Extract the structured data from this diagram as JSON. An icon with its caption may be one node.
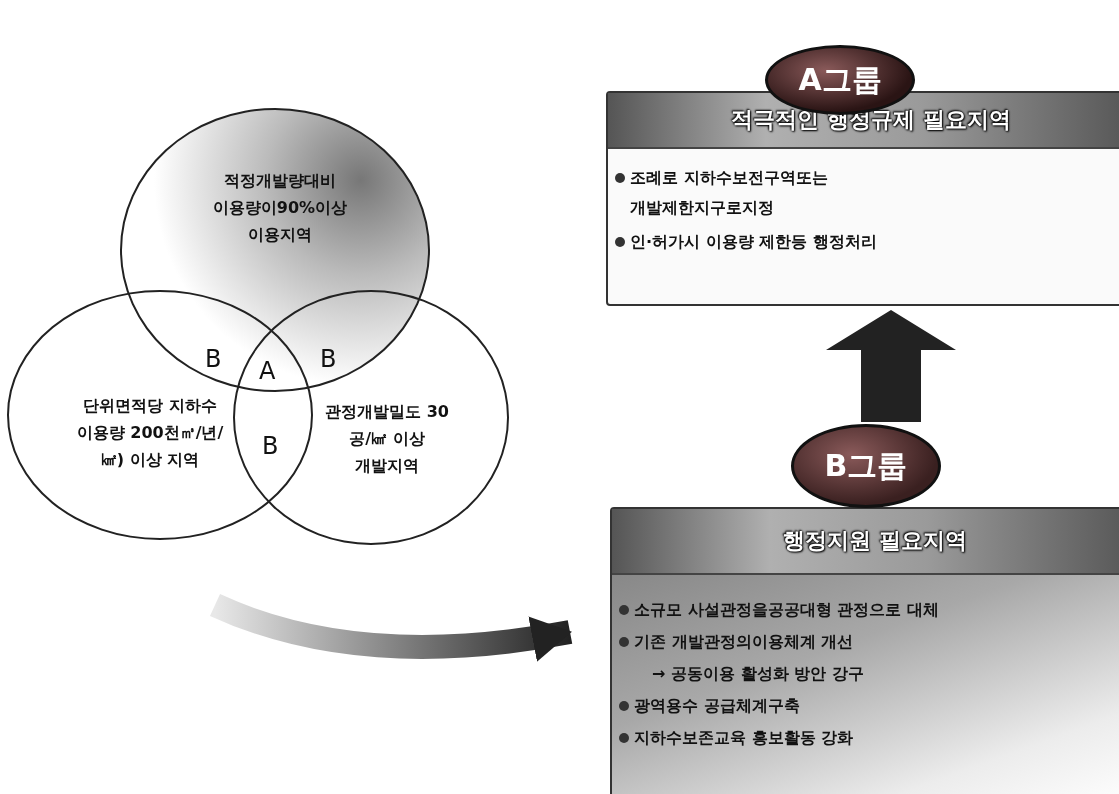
{
  "diagram": {
    "nodes": [
      {
        "text": [
          "적정개발량대비 이용량이90%이상 이용지역"
        ]
      },
      {
        "text": [
          "단위면적당 지하수 이용량 200천㎥/년/㎢) 이상 지역"
        ]
      },
      {
        "text": [
          "관정개발밀도 30 공/㎢ 이상 개발지역"
        ]
      },
      {
        "text": [
          "A그룹"
        ]
      },
      {
        "text": [
          "적극적인 행정규제 필요지역",
          "조례로 지하수보전구역또는 개발제한지구로지정",
          "인·허가시 이용량 제한등 행정처리"
        ]
      },
      {
        "text": [
          "B그룹"
        ]
      },
      {
        "text": [
          "행정지원 필요지역",
          "소규모 사설관정을공공대형 관정으로 대체",
          "기존 개발관정의이용체계 개선",
          "→ 공동이용 활성화 방안 강구",
          "광역용수 공급체계구축",
          "지하수보존교육 홍보활동 강화"
        ]
      }
    ],
    "edges": [
      {
        "from": 5,
        "to": 4,
        "arrow": "to"
      },
      {
        "from": null,
        "to": 6,
        "arrow": "to"
      }
    ],
    "labels": [
      "B",
      "A",
      "B",
      "B"
    ]
  }
}
